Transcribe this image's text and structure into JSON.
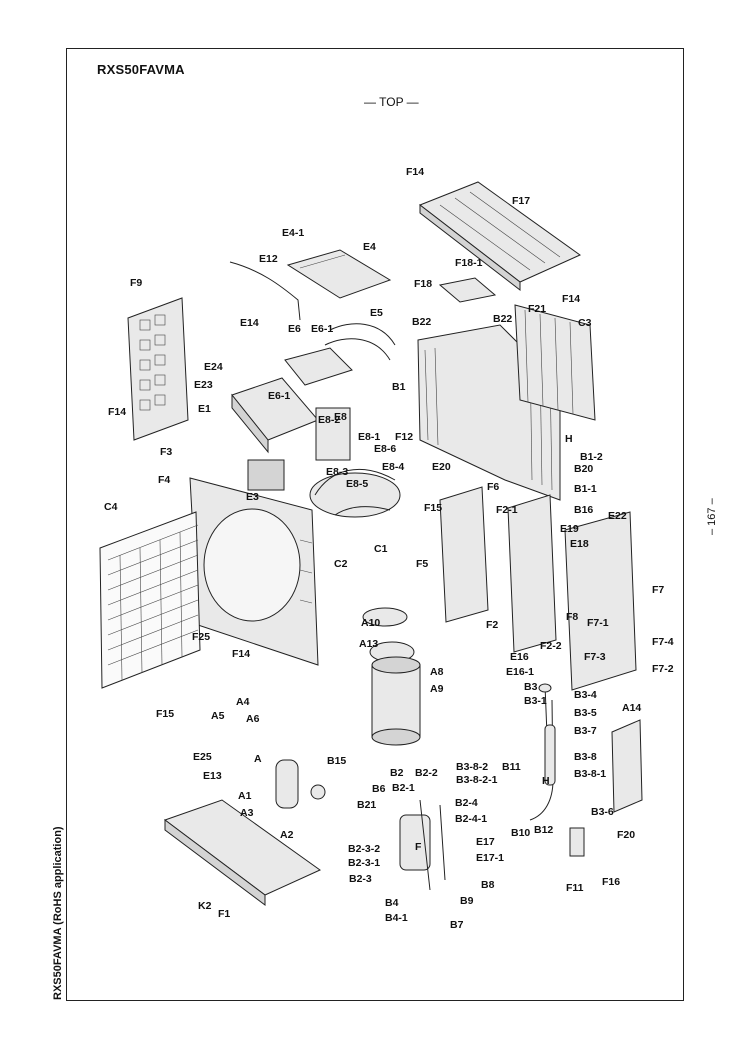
{
  "header": {
    "model": "RXS50FAVMA",
    "view_label": "— TOP —"
  },
  "footer": {
    "page_number": "– 167 –",
    "side_note": "RXS50FAVMA (RoHS application)"
  },
  "labels": [
    "F14",
    "F17",
    "E4-1",
    "E4",
    "E12",
    "F18-1",
    "F18",
    "F14",
    "F9",
    "E5",
    "B22",
    "B22",
    "F21",
    "C3",
    "E14",
    "E6",
    "E6-1",
    "E24",
    "E23",
    "B1",
    "F14",
    "E1",
    "E6-1",
    "E8-2",
    "E8",
    "F12",
    "E8-1",
    "H",
    "B1-2",
    "F3",
    "E8-6",
    "E20",
    "B20",
    "B1-1",
    "E8-3",
    "E8-4",
    "E3",
    "E8-5",
    "F6",
    "F4",
    "B16",
    "C4",
    "F15",
    "F2-1",
    "E22",
    "E19",
    "E18",
    "C2",
    "C1",
    "F5",
    "F7",
    "F8",
    "F7-1",
    "F2",
    "F7-4",
    "A10",
    "F25",
    "F7-3",
    "A13",
    "F2-2",
    "F7-2",
    "E16",
    "E16-1",
    "A8",
    "F14",
    "B3",
    "A9",
    "B3-4",
    "A4",
    "B3-1",
    "A14",
    "F15",
    "A5",
    "A6",
    "B3-5",
    "B3-7",
    "E25",
    "B3-8-2",
    "B3-8",
    "E13",
    "A",
    "B15",
    "B2",
    "B2-2",
    "B3-8-2-1",
    "B3-8-1",
    "A1",
    "B6",
    "B2-1",
    "B11",
    "H",
    "B2-4",
    "B3-6",
    "A3",
    "B21",
    "B2-4-1",
    "F20",
    "A2",
    "B10",
    "B12",
    "E17",
    "E17-1",
    "B2-3-2",
    "B2-3-1",
    "F",
    "B2-3",
    "B8",
    "F16",
    "K2",
    "F1",
    "F11",
    "B9",
    "B4",
    "B4-1",
    "B7"
  ]
}
